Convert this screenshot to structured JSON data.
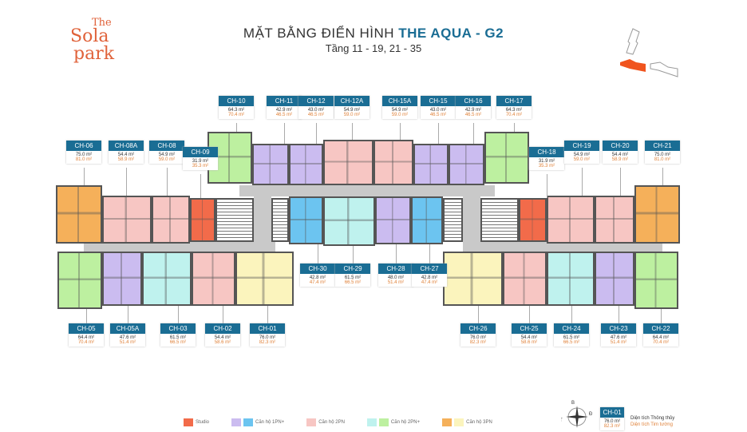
{
  "logo": {
    "line1": "The",
    "line2": "Sola",
    "line3": "park"
  },
  "header": {
    "title_prefix": "MẶT BẰNG ĐIỂN HÌNH ",
    "title_highlight": "THE AQUA - G2",
    "subtitle": "Tầng 11 - 19, 21 - 35"
  },
  "colors": {
    "studio": "#f26b4a",
    "purple": "#cbbcf0",
    "blue": "#6cc4f0",
    "pink": "#f7c6c3",
    "cyan": "#bff2ee",
    "green": "#bdf0a0",
    "orange": "#f5b05a",
    "yellow": "#fbf4bd",
    "accent": "#1a6d94",
    "tim": "#e0823a"
  },
  "units": [
    {
      "id": "CH-10",
      "net": "64.3 m²",
      "gross": "70.4 m²"
    },
    {
      "id": "CH-11",
      "net": "42.9 m²",
      "gross": "46.5 m²"
    },
    {
      "id": "CH-12",
      "net": "43.0 m²",
      "gross": "46.5 m²"
    },
    {
      "id": "CH-12A",
      "net": "54.9 m²",
      "gross": "59.0 m²"
    },
    {
      "id": "CH-15A",
      "net": "54.9 m²",
      "gross": "59.0 m²"
    },
    {
      "id": "CH-15",
      "net": "43.0 m²",
      "gross": "46.5 m²"
    },
    {
      "id": "CH-16",
      "net": "42.9 m²",
      "gross": "46.5 m²"
    },
    {
      "id": "CH-17",
      "net": "64.3 m²",
      "gross": "70.4 m²"
    },
    {
      "id": "CH-06",
      "net": "75.0 m²",
      "gross": "81.0 m²"
    },
    {
      "id": "CH-08A",
      "net": "54.4 m²",
      "gross": "58.9 m²"
    },
    {
      "id": "CH-08",
      "net": "54.9 m²",
      "gross": "59.0 m²"
    },
    {
      "id": "CH-09",
      "net": "31.9 m²",
      "gross": "35.3 m²"
    },
    {
      "id": "CH-18",
      "net": "31.9 m²",
      "gross": "35.3 m²"
    },
    {
      "id": "CH-19",
      "net": "54.9 m²",
      "gross": "59.0 m²"
    },
    {
      "id": "CH-20",
      "net": "54.4 m²",
      "gross": "58.9 m²"
    },
    {
      "id": "CH-21",
      "net": "75.0 m²",
      "gross": "81.0 m²"
    },
    {
      "id": "CH-30",
      "net": "42.8 m²",
      "gross": "47.4 m²"
    },
    {
      "id": "CH-29",
      "net": "61.5 m²",
      "gross": "66.5 m²"
    },
    {
      "id": "CH-28",
      "net": "48.0 m²",
      "gross": "51.4 m²"
    },
    {
      "id": "CH-27",
      "net": "42.8 m²",
      "gross": "47.4 m²"
    },
    {
      "id": "CH-05",
      "net": "64.4 m²",
      "gross": "70.4 m²"
    },
    {
      "id": "CH-05A",
      "net": "47.6 m²",
      "gross": "51.4 m²"
    },
    {
      "id": "CH-03",
      "net": "61.5 m²",
      "gross": "66.5 m²"
    },
    {
      "id": "CH-02",
      "net": "54.4 m²",
      "gross": "58.6 m²"
    },
    {
      "id": "CH-01",
      "net": "76.0 m²",
      "gross": "82.3 m²"
    },
    {
      "id": "CH-26",
      "net": "76.0 m²",
      "gross": "82.3 m²"
    },
    {
      "id": "CH-25",
      "net": "54.4 m²",
      "gross": "58.6 m²"
    },
    {
      "id": "CH-24",
      "net": "61.5 m²",
      "gross": "66.5 m²"
    },
    {
      "id": "CH-23",
      "net": "47.6 m²",
      "gross": "51.4 m²"
    },
    {
      "id": "CH-22",
      "net": "64.4 m²",
      "gross": "70.4 m²"
    }
  ],
  "legend": [
    {
      "label": "Studio",
      "colors": [
        "#f26b4a"
      ]
    },
    {
      "label": "Căn hộ 1PN+",
      "colors": [
        "#cbbcf0",
        "#6cc4f0"
      ]
    },
    {
      "label": "Căn hộ 2PN",
      "colors": [
        "#f7c6c3"
      ]
    },
    {
      "label": "Căn hộ 2PN+",
      "colors": [
        "#bff2ee",
        "#bdf0a0"
      ]
    },
    {
      "label": "Căn hộ 3PN",
      "colors": [
        "#f5b05a",
        "#fbf4bd"
      ]
    }
  ],
  "compass": {
    "north": "B",
    "east": "Đ",
    "west": "T"
  },
  "example": {
    "id": "CH-01",
    "net": "76.0 m²",
    "gross": "82.3 m²",
    "net_label": "Diện tích Thông thủy",
    "gross_label": "Diện tích Tim tường"
  }
}
